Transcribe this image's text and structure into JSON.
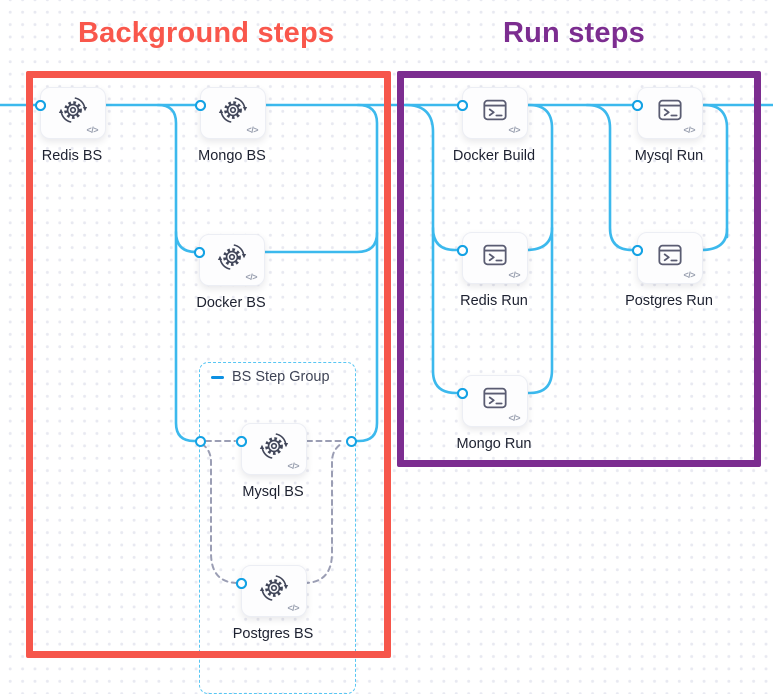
{
  "titles": {
    "background": {
      "text": "Background steps",
      "color": "#f9574c"
    },
    "run": {
      "text": "Run steps",
      "color": "#7c2d90"
    }
  },
  "group": {
    "label": "BS Step Group",
    "collapse_icon": "minus-icon"
  },
  "node_badge": "</>",
  "nodes": {
    "redis_bs": {
      "label": "Redis BS",
      "icon": "background-gear-icon"
    },
    "mongo_bs": {
      "label": "Mongo BS",
      "icon": "background-gear-icon"
    },
    "docker_bs": {
      "label": "Docker BS",
      "icon": "background-gear-icon"
    },
    "mysql_bs": {
      "label": "Mysql BS",
      "icon": "background-gear-icon"
    },
    "postgres_bs": {
      "label": "Postgres BS",
      "icon": "background-gear-icon"
    },
    "docker_build": {
      "label": "Docker Build",
      "icon": "terminal-icon"
    },
    "mysql_run": {
      "label": "Mysql Run",
      "icon": "terminal-icon"
    },
    "redis_run": {
      "label": "Redis Run",
      "icon": "terminal-icon"
    },
    "postgres_run": {
      "label": "Postgres Run",
      "icon": "terminal-icon"
    },
    "mongo_run": {
      "label": "Mongo Run",
      "icon": "terminal-icon"
    }
  },
  "colors": {
    "edge_blue": "#3cb9ed",
    "port_ring_blue": "#14a2e4",
    "background_box_red": "#f6564b",
    "run_box_purple": "#7c2d90",
    "group_dash_blue": "#57c6f3",
    "dashed_edge_gray": "#9b9eb4"
  }
}
